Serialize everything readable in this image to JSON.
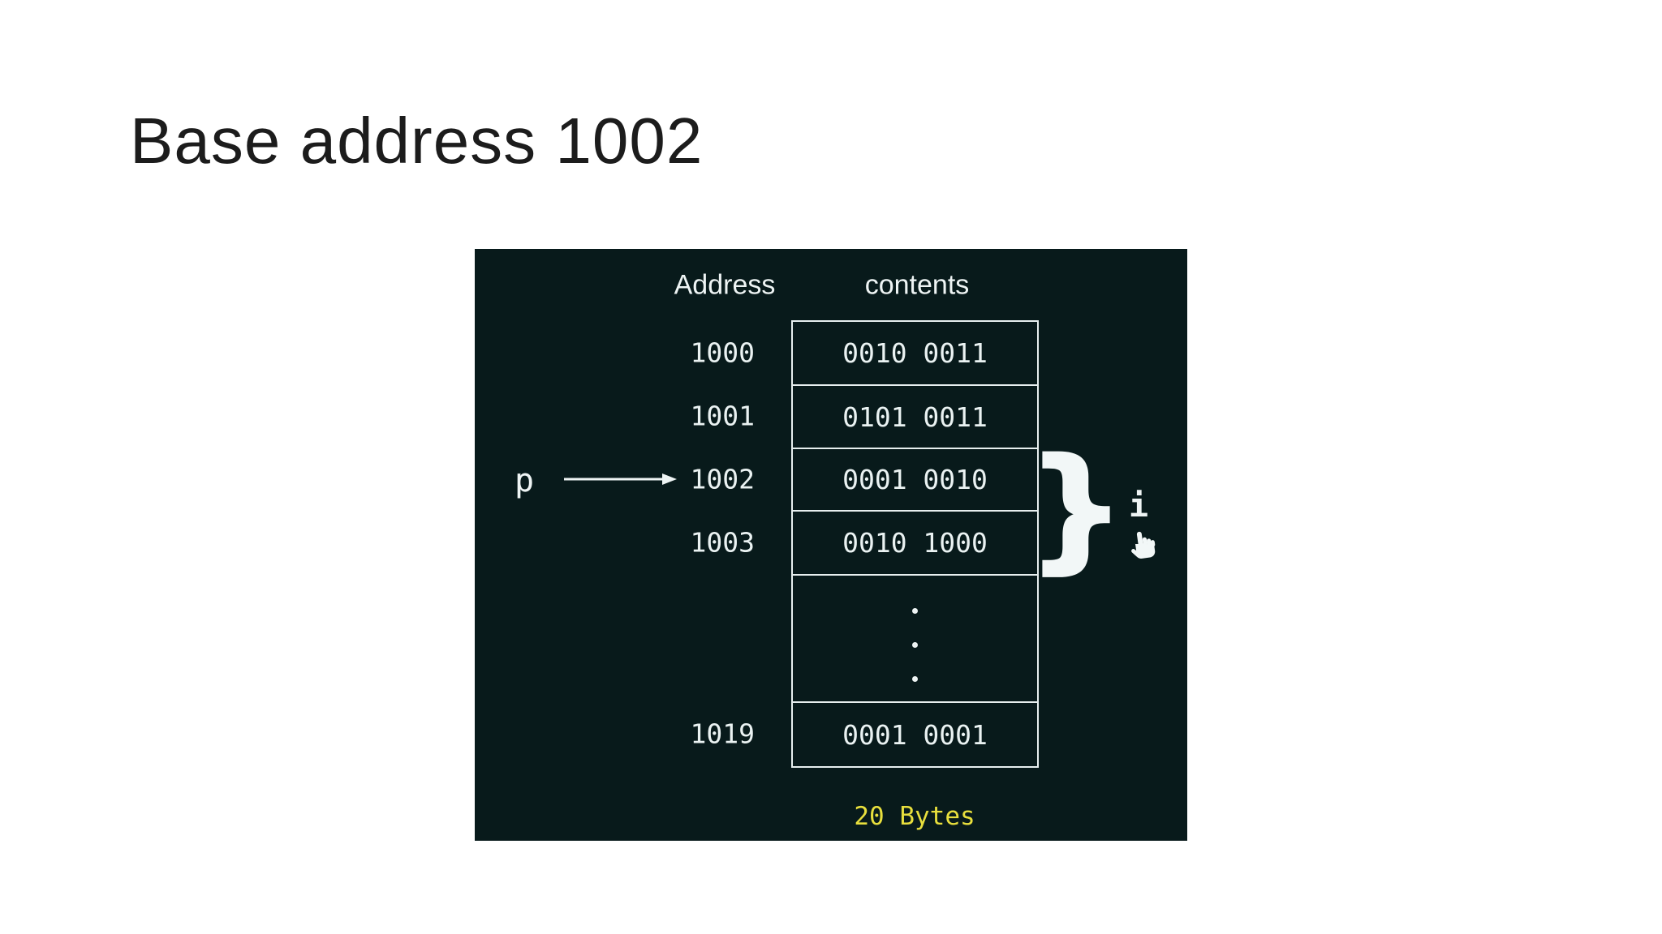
{
  "slide": {
    "title": "Base address 1002",
    "background": "#ffffff",
    "title_color": "#1c1c1c"
  },
  "diagram": {
    "background": "#081a1b",
    "foreground": "#eaf2f2",
    "border_color": "#e7efef",
    "accent_yellow": "#e8df3d",
    "headers": {
      "address": "Address",
      "contents": "contents"
    },
    "pointer_label": "p",
    "index_label": "i",
    "brace": "}",
    "footer": "20 Bytes",
    "rows": [
      {
        "address": "1000",
        "contents": "0010 0011"
      },
      {
        "address": "1001",
        "contents": "0101 0011"
      },
      {
        "address": "1002",
        "contents": "0001 0010",
        "pointed": true
      },
      {
        "address": "1003",
        "contents": "0010 1000"
      },
      {
        "address": "1019",
        "contents": "0001 0001"
      }
    ],
    "ellipsis_between": [
      "1003",
      "1019"
    ],
    "cursor": "hand-pointer"
  }
}
